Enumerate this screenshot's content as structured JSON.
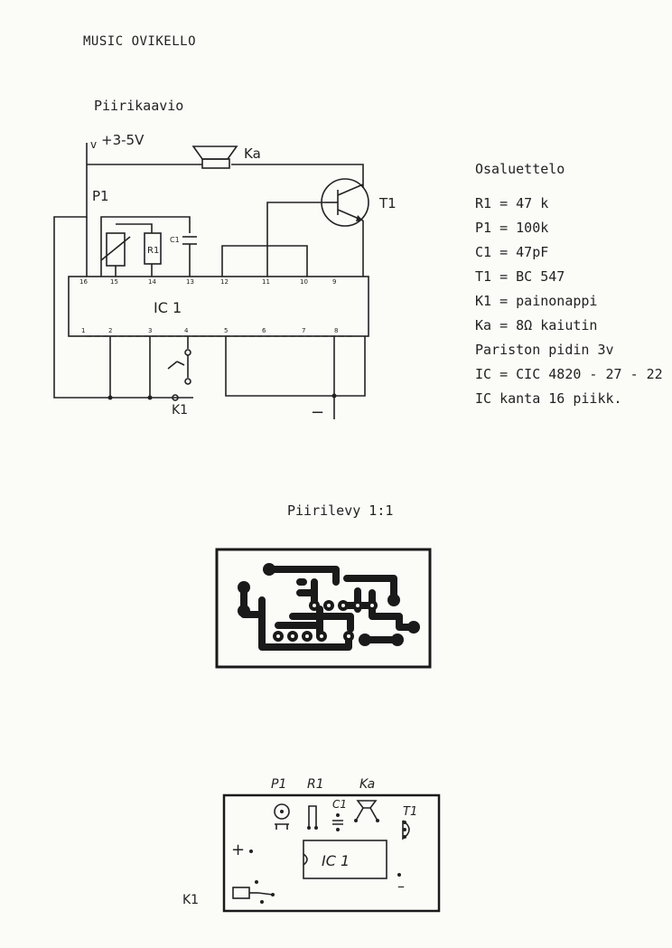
{
  "title": "MUSIC OVIKELLO",
  "schematic": {
    "heading": "Piirikaavio",
    "supply_label": "+3-5V",
    "supply_v_mark": "v",
    "speaker_label": "Ka",
    "transistor_label": "T1",
    "pot_label": "P1",
    "resistor_label": "R1",
    "cap_label": "C1",
    "ic_label": "IC 1",
    "button_label": "K1",
    "minus_label": "−",
    "top_pins": [
      "16",
      "15",
      "14",
      "13",
      "12",
      "11",
      "10",
      "9"
    ],
    "bottom_pins": [
      "1",
      "2",
      "3",
      "4",
      "5",
      "6",
      "7",
      "8"
    ]
  },
  "parts": {
    "heading": "Osaluettelo",
    "items": [
      "R1 = 47 k",
      "P1 = 100k",
      "C1 = 47pF",
      "T1 = BC 547",
      "K1 = painonappi",
      "Ka = 8Ω kaiutin",
      "Pariston pidin 3v",
      "IC = CIC 4820 - 27 - 22",
      "IC kanta 16 piikk."
    ]
  },
  "pcb": {
    "heading": "Piirilevy 1:1"
  },
  "layout": {
    "labels": [
      "P1",
      "R1",
      "C1",
      "Ka",
      "T1"
    ],
    "ic_label": "IC 1",
    "plus_label": "+",
    "minus_label": "–",
    "button_label": "K1"
  }
}
